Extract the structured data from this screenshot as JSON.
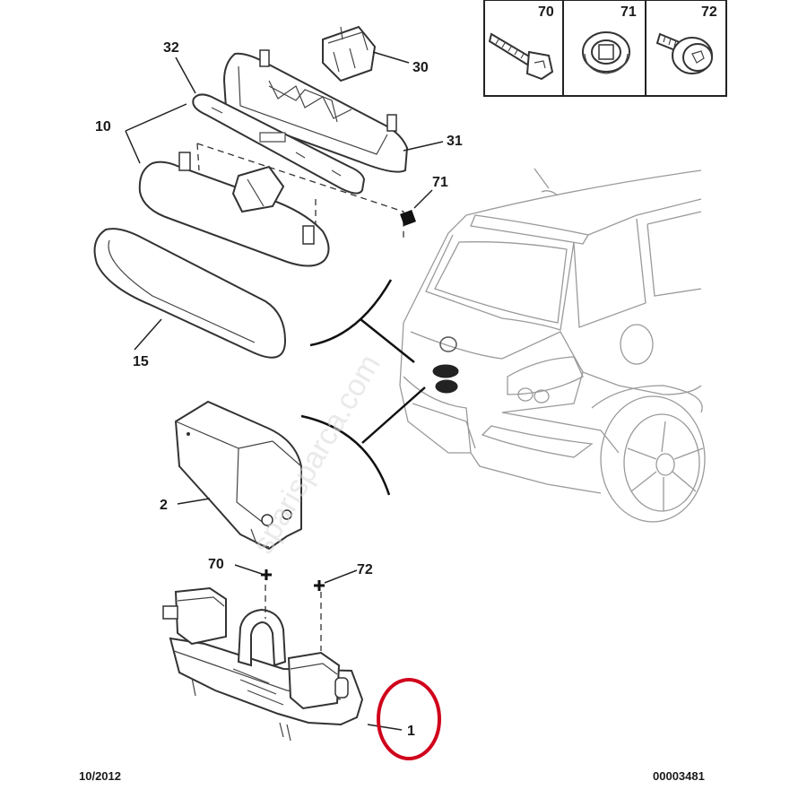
{
  "callouts": {
    "c70_box": "70",
    "c71_box": "71",
    "c72_box": "72",
    "c32": "32",
    "c30": "30",
    "c10": "10",
    "c31": "31",
    "c71": "71",
    "c15": "15",
    "c2": "2",
    "c70": "70",
    "c72": "72",
    "c1": "1"
  },
  "footer": {
    "date": "10/2012",
    "reference": "00003481"
  },
  "watermark": "sparisparca.com",
  "colors": {
    "line": "#222222",
    "car_outline": "#9a9a9a",
    "highlight_circle": "#d0021b",
    "background": "#ffffff"
  }
}
